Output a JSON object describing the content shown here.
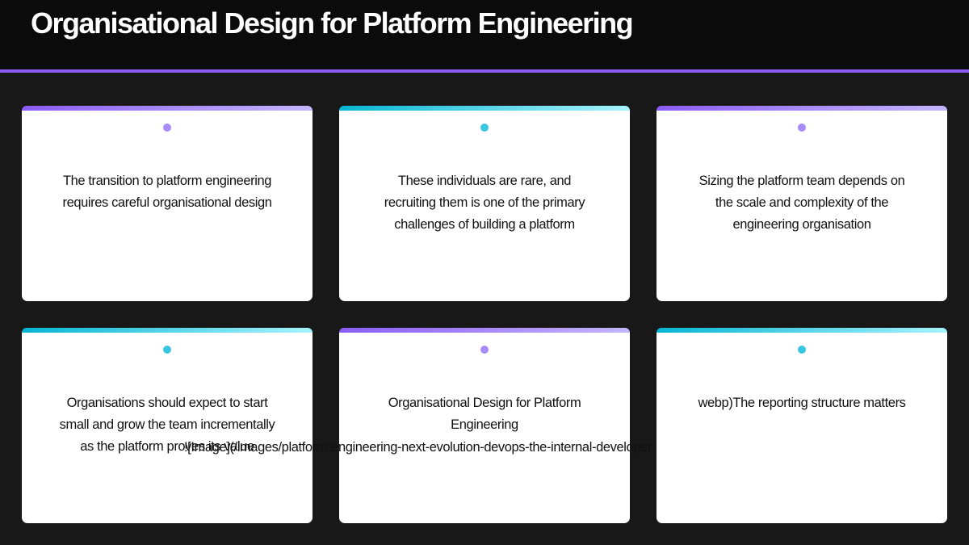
{
  "header": {
    "title": "Organisational Design for Platform Engineering"
  },
  "cards": [
    {
      "accent": "purple",
      "text": "The transition to platform engineering requires careful organisational design"
    },
    {
      "accent": "cyan",
      "text": "These individuals are rare, and recruiting them is one of the primary challenges of building a platform"
    },
    {
      "accent": "purple",
      "text": "Sizing the platform team depends on the scale and complexity of the engineering organisation"
    },
    {
      "accent": "cyan",
      "text": "Organisations should expect to start small and grow the team incrementally as the platform proves its value"
    },
    {
      "accent": "purple",
      "text": "Organisational Design for Platform Engineering"
    },
    {
      "accent": "cyan",
      "text": "webp)The reporting structure matters"
    }
  ],
  "overflow_text": "![Image](/images/platform-engineering-next-evolution-devops-the-internal-developer-platform.webp)",
  "colors": {
    "background": "#181818",
    "header_background": "#0b0b0b",
    "accent_purple": "#8b5cf6",
    "accent_cyan": "#06b6d4",
    "card_background": "#ffffff"
  }
}
